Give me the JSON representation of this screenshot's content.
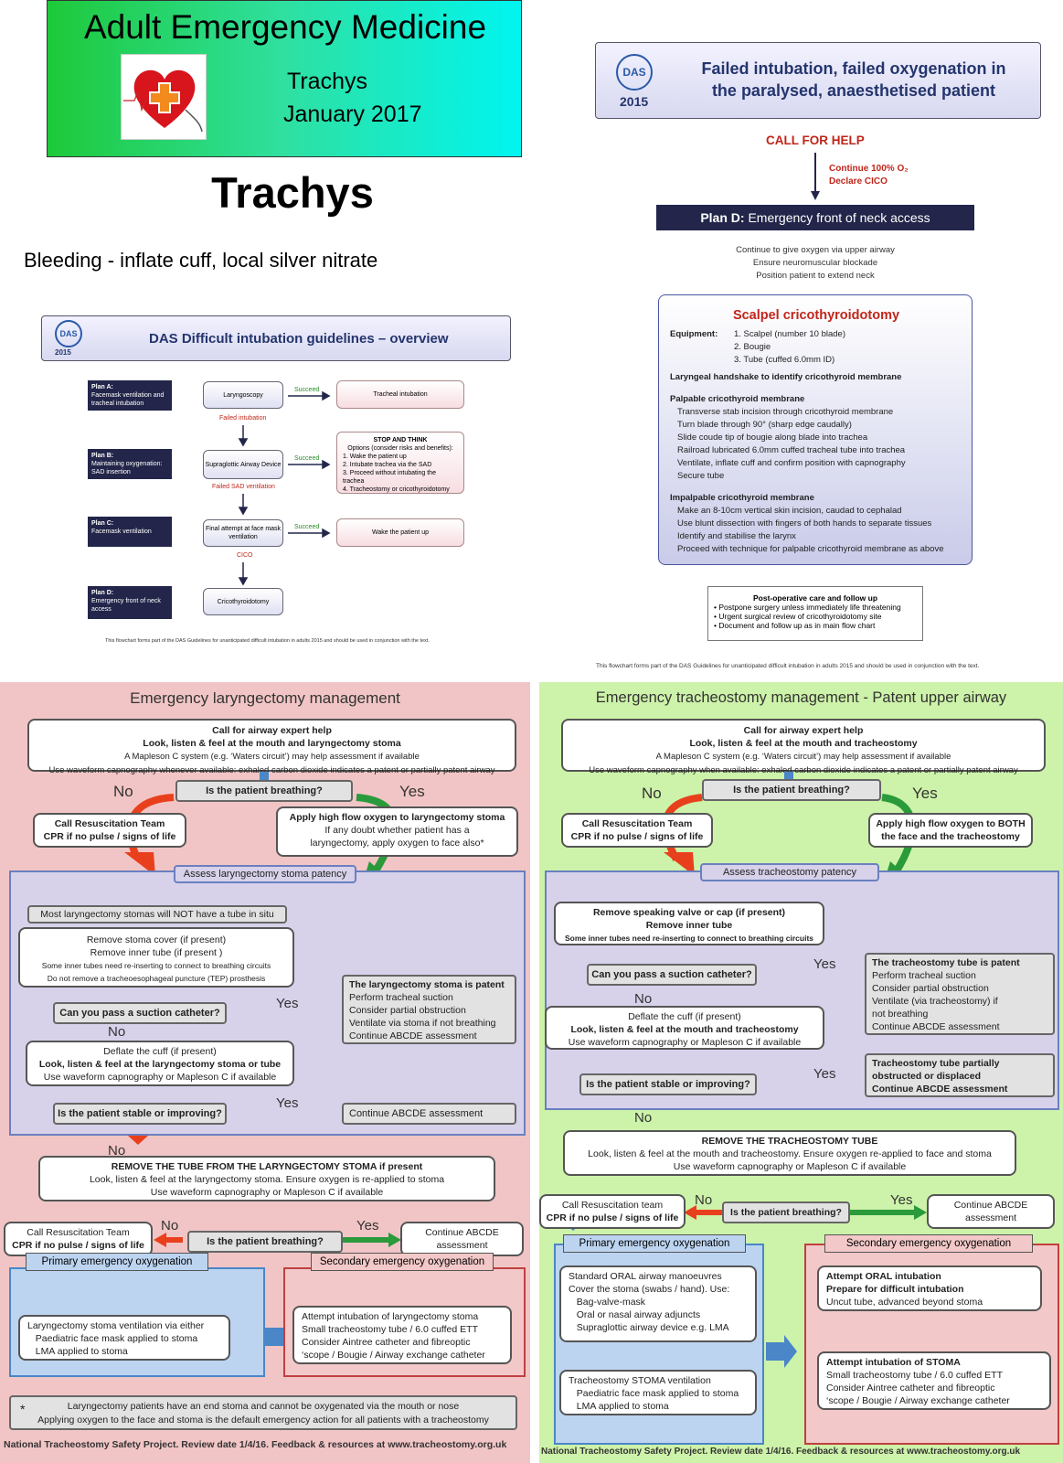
{
  "banner": {
    "title": "Adult Emergency Medicine",
    "subtitle": "Trachys",
    "date": "January 2017"
  },
  "page_title": "Trachys",
  "note": "Bleeding - inflate cuff, local silver nitrate",
  "das_overview": {
    "logo": "DAS",
    "year": "2015",
    "title": "DAS Difficult intubation guidelines – overview",
    "plans": [
      {
        "name": "Plan A:",
        "desc": "Facemask ventilation and tracheal intubation"
      },
      {
        "name": "Plan B:",
        "desc": "Maintaining oxygenation: SAD insertion"
      },
      {
        "name": "Plan C:",
        "desc": "Facemask ventilation"
      },
      {
        "name": "Plan D:",
        "desc": "Emergency front of neck access"
      }
    ],
    "steps": [
      "Laryngoscopy",
      "Supraglottic Airway Device",
      "Final attempt at face mask ventilation",
      "Cricothyroidotomy"
    ],
    "fails": [
      "Failed intubation",
      "Failed SAD ventilation",
      "CICO"
    ],
    "succeed": "Succeed",
    "outcome_a": "Tracheal intubation",
    "stop": {
      "title": "STOP AND THINK",
      "sub": "Options (consider risks and benefits):",
      "items": [
        "1. Wake the patient up",
        "2. Intubate trachea via the SAD",
        "3. Proceed without intubating the trachea",
        "4. Tracheostomy or cricothyroidotomy"
      ]
    },
    "outcome_c": "Wake the patient up",
    "footer": "This flowchart forms part of the DAS Guidelines for unanticipated difficult intubation in adults 2015 and should be used in conjunction with the text."
  },
  "das_fail": {
    "logo": "DAS",
    "year": "2015",
    "title_1": "Failed intubation, failed oxygenation in",
    "title_2": "the paralysed, anaesthetised patient",
    "call": "CALL FOR HELP",
    "cont": "Continue 100% O₂",
    "declare": "Declare CICO",
    "planD_label": "Plan D:",
    "planD_text": "Emergency front of neck access",
    "inst": [
      "Continue to give oxygen via upper airway",
      "Ensure neuromuscular blockade",
      "Position patient to extend neck"
    ],
    "scalpel": {
      "title": "Scalpel cricothyroidotomy",
      "equip_label": "Equipment:",
      "equip": [
        "1.  Scalpel (number 10 blade)",
        "2.  Bougie",
        "3.  Tube (cuffed 6.0mm ID)"
      ],
      "handshake": "Laryngeal handshake to identify cricothyroid membrane",
      "palp_title": "Palpable cricothyroid membrane",
      "palp": [
        "Transverse stab incision through cricothyroid membrane",
        "Turn blade through 90° (sharp edge caudally)",
        "Slide coude tip of bougie along blade into trachea",
        "Railroad lubricated 6.0mm cuffed tracheal tube into trachea",
        "Ventilate, inflate cuff and confirm position with capnography",
        "Secure tube"
      ],
      "impalp_title": "Impalpable cricothyroid membrane",
      "impalp": [
        "Make an 8-10cm vertical skin incision, caudad to cephalad",
        "Use blunt dissection with fingers of both hands to separate tissues",
        "Identify and stabilise the larynx",
        "Proceed with technique for palpable cricothyroid membrane as above"
      ]
    },
    "postop": {
      "title": "Post-operative care and follow up",
      "items": [
        "Postpone surgery unless immediately life threatening",
        "Urgent surgical review of cricothyroidotomy site",
        "Document and follow up as in main flow chart"
      ]
    },
    "footer": "This flowchart forms part of the DAS Guidelines for unanticipated difficult intubation in adults 2015 and should be used in conjunction with the text."
  },
  "lary": {
    "title": "Emergency laryngectomy management",
    "call": [
      "Call for airway expert help",
      "Look, listen & feel at the mouth and laryngectomy stoma",
      "A Mapleson C system (e.g. ‘Waters circuit’) may help assessment if available",
      "Use waveform capnography whenever available:  exhaled carbon dioxide indicates a patent or partially patent airway"
    ],
    "no": "No",
    "yes": "Yes",
    "breathing": "Is the patient breathing?",
    "resus": [
      "Call Resuscitation Team",
      "CPR if no pulse / signs of life"
    ],
    "oxygen": [
      "Apply high flow oxygen to laryngectomy stoma",
      "If any doubt whether patient has a",
      "laryngectomy, apply oxygen to face also*"
    ],
    "assess": "Assess laryngectomy stoma patency",
    "most": "Most laryngectomy stomas will NOT have a tube in situ",
    "remove": [
      "Remove stoma cover (if present)",
      "Remove inner tube (if present )",
      "Some inner tubes need re-inserting to connect to breathing circuits",
      "Do not remove a tracheoesophageal puncture (TEP) prosthesis"
    ],
    "suction": "Can you pass a suction catheter?",
    "patent": [
      "The laryngectomy stoma is patent",
      "Perform tracheal suction",
      "Consider partial obstruction",
      "Ventilate via stoma if not breathing",
      "Continue ABCDE assessment"
    ],
    "deflate": [
      "Deflate the cuff (if present)",
      "Look, listen & feel at the laryngectomy stoma or tube",
      "Use waveform capnography or Mapleson C if available"
    ],
    "stable": "Is the patient stable or improving?",
    "cont": "Continue ABCDE assessment",
    "removetube": [
      "REMOVE THE TUBE FROM THE LARYNGECTOMY STOMA if present",
      "Look, listen & feel at the laryngectomy stoma. Ensure oxygen is re-applied to stoma",
      "Use waveform capnography or Mapleson C if available"
    ],
    "resus2": [
      "Call Resuscitation Team",
      "CPR if no pulse / signs of life"
    ],
    "cont2": [
      "Continue ABCDE",
      "assessment"
    ],
    "primary": "Primary emergency oxygenation",
    "primary_box": [
      "Laryngectomy stoma ventilation via either",
      "Paediatric face mask applied to stoma",
      "LMA applied to stoma"
    ],
    "secondary": "Secondary emergency oxygenation",
    "secondary_box": [
      "Attempt intubation of laryngectomy stoma",
      "Small tracheostomy tube / 6.0 cuffed ETT",
      "Consider Aintree catheter and fibreoptic",
      "‘scope / Bougie / Airway exchange catheter"
    ],
    "star": "*",
    "footnote": [
      "Laryngectomy patients have an end stoma and cannot be oxygenated via the mouth or nose",
      "Applying oxygen to the face and stoma is the default emergency action for all patients with a tracheostomy"
    ],
    "footer_a": "National Tracheostomy Safety Project. Review date 1/4/16. Feedback & resources at ",
    "footer_b": "www.tracheostomy.org.uk"
  },
  "trach": {
    "title": "Emergency tracheostomy management - Patent upper airway",
    "call": [
      "Call for airway expert help",
      "Look, listen & feel at the mouth and tracheostomy",
      "A Mapleson C system (e.g. ‘Waters circuit’) may help assessment if available",
      "Use waveform capnography when available:  exhaled carbon dioxide indicates a patent or partially patent airway"
    ],
    "no": "No",
    "yes": "Yes",
    "breathing": "Is the patient breathing?",
    "resus": [
      "Call Resuscitation Team",
      "CPR if no pulse / signs of life"
    ],
    "oxygen": [
      "Apply high flow oxygen to BOTH",
      "the face and the tracheostomy"
    ],
    "assess": "Assess tracheostomy patency",
    "remove": [
      "Remove speaking valve or cap (if present)",
      "Remove inner tube",
      "Some inner tubes need re-inserting to connect to breathing circuits"
    ],
    "suction": "Can you pass a suction catheter?",
    "patent": [
      "The tracheostomy tube is patent",
      "Perform tracheal suction",
      "Consider partial obstruction",
      "Ventilate (via tracheostomy) if",
      "not breathing",
      "Continue ABCDE assessment"
    ],
    "deflate": [
      "Deflate the cuff (if present)",
      "Look, listen & feel at the mouth and tracheostomy",
      "Use waveform capnography or Mapleson C if available"
    ],
    "stable": "Is the patient stable or improving?",
    "partial": [
      "Tracheostomy tube partially",
      "obstructed or displaced",
      "Continue ABCDE assessment"
    ],
    "removetube": [
      "REMOVE THE TRACHEOSTOMY TUBE",
      "Look, listen & feel at the mouth and tracheostomy. Ensure oxygen re-applied to face and stoma",
      "Use waveform capnography or Mapleson C if available"
    ],
    "resus2": [
      "Call Resuscitation team",
      "CPR if no pulse / signs of life"
    ],
    "cont2": [
      "Continue ABCDE",
      "assessment"
    ],
    "primary": "Primary emergency oxygenation",
    "primary_box": [
      "Standard ORAL airway manoeuvres",
      "Cover the stoma (swabs / hand). Use:",
      "Bag-valve-mask",
      "Oral or nasal airway adjuncts",
      "Supraglottic airway device e.g. LMA"
    ],
    "stoma_box": [
      "Tracheostomy STOMA ventilation",
      "Paediatric face mask applied to stoma",
      "LMA applied to stoma"
    ],
    "secondary": "Secondary emergency oxygenation",
    "secondary_box1": [
      "Attempt ORAL intubation",
      "Prepare for difficult intubation",
      "Uncut tube, advanced beyond stoma"
    ],
    "secondary_box2": [
      "Attempt intubation of STOMA",
      "Small tracheostomy tube / 6.0 cuffed ETT",
      "Consider Aintree catheter and fibreoptic",
      "‘scope / Bougie / Airway exchange catheter"
    ],
    "footer_a": "National Tracheostomy Safety Project. Review date 1/4/16. Feedback & resources at ",
    "footer_b": "www.tracheostomy.org.uk"
  }
}
